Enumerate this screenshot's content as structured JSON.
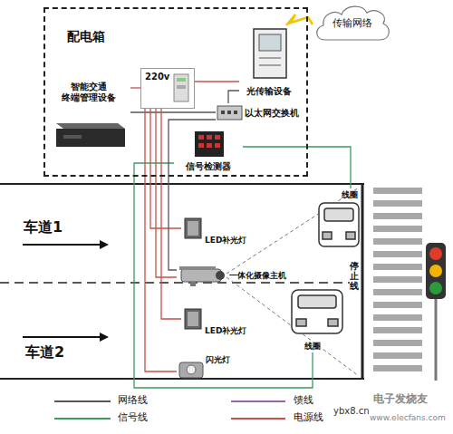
{
  "diagram": {
    "nodes": [
      {
        "text": [
          "配电箱"
        ]
      },
      {
        "text": [
          "智能交通 终端管理设备"
        ],
        "in": 0
      },
      {
        "text": [
          "220v"
        ],
        "in": 0
      },
      {
        "text": [
          "光传输设备"
        ],
        "in": 0
      },
      {
        "text": [
          "以太网交换机"
        ],
        "in": 0
      },
      {
        "text": [
          "信号检测器"
        ],
        "in": 0
      },
      {
        "text": [
          "传输网络"
        ]
      },
      {
        "text": [
          "LED补光灯"
        ]
      },
      {
        "text": [
          "一体化摄像主机"
        ]
      },
      {
        "text": [
          "LED补光灯"
        ]
      },
      {
        "text": [
          "闪光灯"
        ]
      },
      {
        "text": [
          "线圈"
        ]
      },
      {
        "text": [
          "线圈"
        ]
      }
    ],
    "edges": [
      {
        "from": 3,
        "to": 6,
        "arrow": "none"
      },
      {
        "from": 2,
        "to": 3,
        "arrow": "none"
      },
      {
        "from": 2,
        "to": 1,
        "arrow": "none"
      },
      {
        "from": 4,
        "to": 1,
        "arrow": "none"
      },
      {
        "from": 4,
        "to": 3,
        "arrow": "none"
      },
      {
        "from": 5,
        "to": 11,
        "arrow": "none"
      },
      {
        "from": 5,
        "to": 12,
        "arrow": "none"
      },
      {
        "from": 2,
        "to": 7,
        "arrow": "none"
      },
      {
        "from": 2,
        "to": 8,
        "arrow": "none"
      },
      {
        "from": 2,
        "to": 9,
        "arrow": "none"
      },
      {
        "from": 2,
        "to": 10,
        "arrow": "none"
      },
      {
        "from": 4,
        "to": 8,
        "arrow": "none"
      }
    ],
    "labels": [
      "车道1",
      "车道2",
      "停止线",
      "ybx8.cn",
      "电子发烧友",
      "www.elecfans.com"
    ],
    "legend": [
      {
        "text": "网络线"
      },
      {
        "text": "信号线"
      },
      {
        "text": "馈线"
      },
      {
        "text": "电源线"
      }
    ]
  }
}
